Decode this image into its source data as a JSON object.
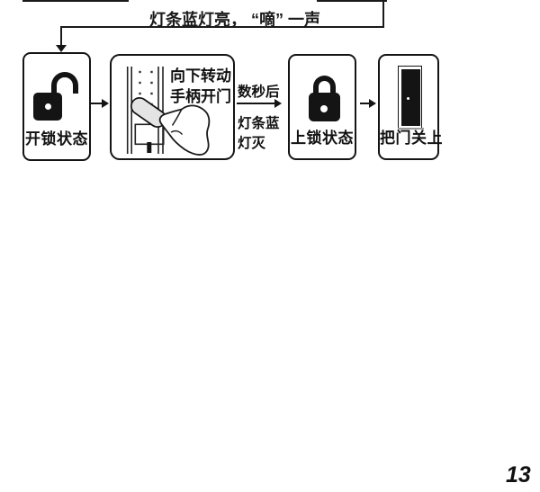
{
  "page": {
    "number": "13",
    "background": "#ffffff"
  },
  "colors": {
    "ink": "#141414",
    "lever_fill": "#e4e4e4",
    "door_shadow": "#9a9a9a"
  },
  "top_connector": {
    "caption": "灯条蓝灯亮， “嘀” 一声"
  },
  "steps": {
    "step1": {
      "label": "开锁状态",
      "icon": "unlocked-padlock"
    },
    "step2": {
      "icon": "hand-turning-handle",
      "instruction_line1": "向下转动",
      "instruction_line2": "手柄开门"
    },
    "transition": {
      "line1": "数秒后",
      "line2": "灯条蓝",
      "line3": "灯灭"
    },
    "step3": {
      "label": "上锁状态",
      "icon": "locked-padlock"
    },
    "step4": {
      "label": "把门关上",
      "icon": "closed-door"
    }
  }
}
